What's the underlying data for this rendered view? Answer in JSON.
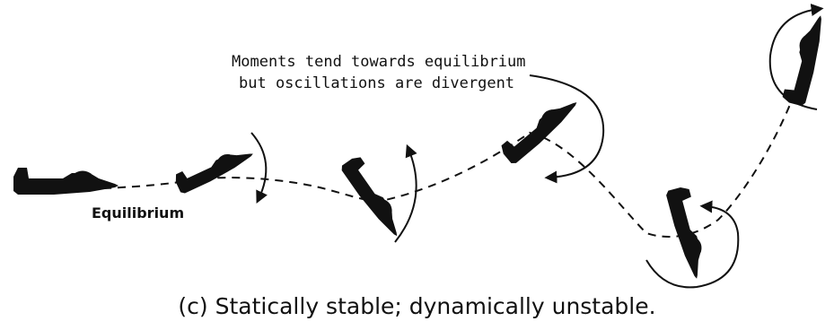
{
  "annotation": {
    "line1": "Moments tend towards equilibrium",
    "line2": "but oscillations are divergent"
  },
  "equilibrium_label": "Equilibrium",
  "caption": "(c) Statically stable; dynamically unstable.",
  "colors": {
    "ink": "#111111",
    "background": "#ffffff"
  },
  "aircraft_pitch_deg": [
    0,
    -25,
    55,
    -40,
    75,
    -75
  ]
}
